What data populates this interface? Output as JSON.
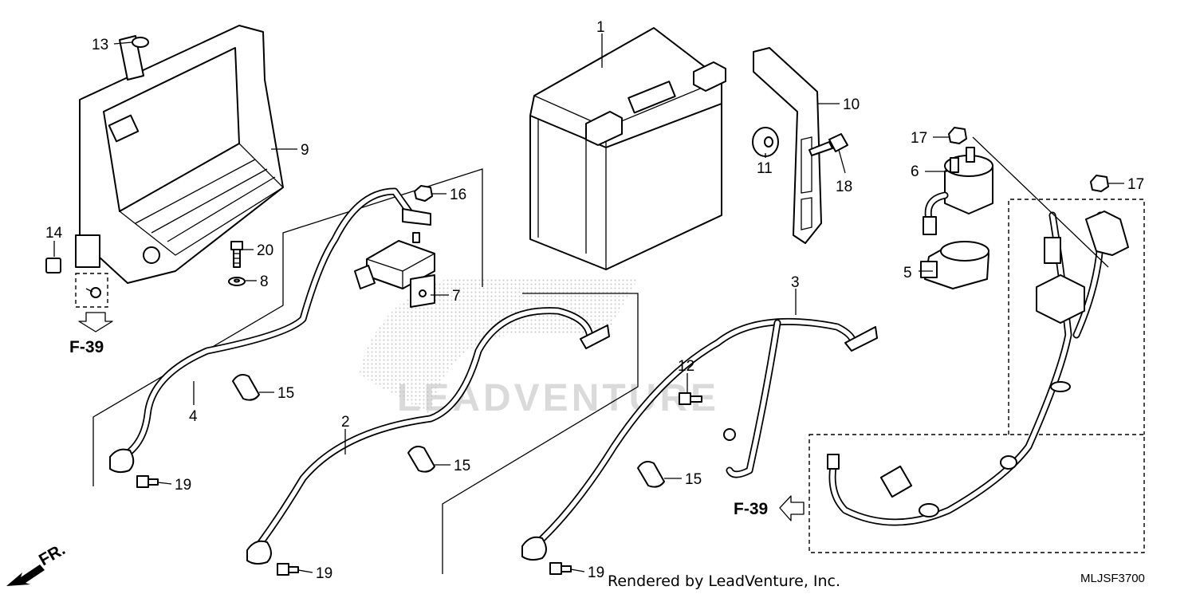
{
  "callouts": {
    "c1": "1",
    "c2": "2",
    "c3": "3",
    "c4": "4",
    "c5": "5",
    "c6": "6",
    "c7": "7",
    "c8": "8",
    "c9": "9",
    "c10": "10",
    "c11": "11",
    "c12": "12",
    "c13": "13",
    "c14": "14",
    "c15a": "15",
    "c15b": "15",
    "c15c": "15",
    "c16": "16",
    "c17a": "17",
    "c17b": "17",
    "c18": "18",
    "c19a": "19",
    "c19b": "19",
    "c19c": "19",
    "c20": "20"
  },
  "refs": {
    "left": "F-39",
    "right": "F-39",
    "front": "FR."
  },
  "watermark": "LEADVENTURE",
  "footer": {
    "credit": "Rendered by LeadVenture, Inc.",
    "code": "MLJSF3700"
  }
}
